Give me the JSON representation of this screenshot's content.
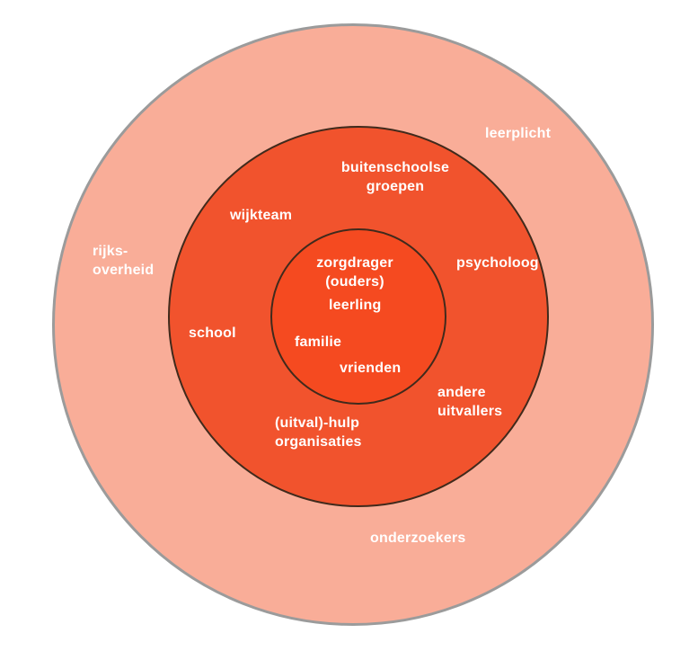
{
  "diagram": {
    "text_color": "#ffffff",
    "rings": {
      "outer": {
        "fill": "#F9AD98",
        "stroke": "#9B9B9B"
      },
      "middle": {
        "fill": "#F1532D",
        "stroke": "#402A1C"
      },
      "inner": {
        "fill": "#F54A20",
        "stroke": "#402A1C"
      }
    },
    "labels": {
      "leerplicht": "leerplicht",
      "rijksoverheid": "rijks-\noverheid",
      "onderzoekers": "onderzoekers",
      "buitenschoolse_groepen": "buitenschoolse\ngroepen",
      "wijkteam": "wijkteam",
      "psycholoog": "psycholoog",
      "school": "school",
      "andere_uitvallers": "andere\nuitvallers",
      "uitval_hulp_organisaties": "(uitval)-hulp\norganisaties",
      "zorgdrager_ouders": "zorgdrager\n(ouders)",
      "leerling": "leerling",
      "familie": "familie",
      "vrienden": "vrienden"
    }
  }
}
